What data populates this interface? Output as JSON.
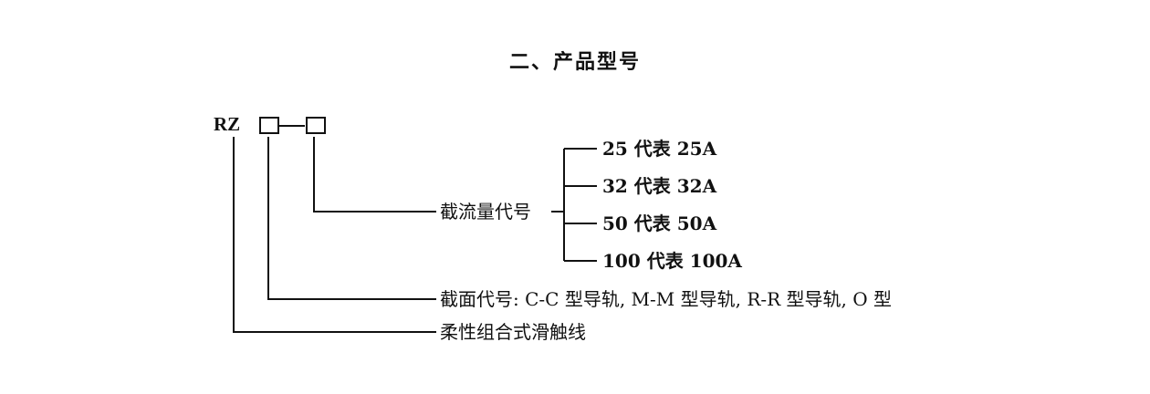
{
  "title": "二、产品型号",
  "model": {
    "prefix": "RZ",
    "separator": "—"
  },
  "fields": {
    "current_code": "截流量代号",
    "section_code": "截面代号: C-C 型导轨, M-M 型导轨, R-R 型导轨, O 型",
    "series": "柔性组合式滑触线"
  },
  "current_options": [
    "25 代表 25A",
    "32 代表 32A",
    "50 代表 50A",
    "100 代表 100A"
  ],
  "colors": {
    "ink": "#111111",
    "background": "#ffffff"
  }
}
